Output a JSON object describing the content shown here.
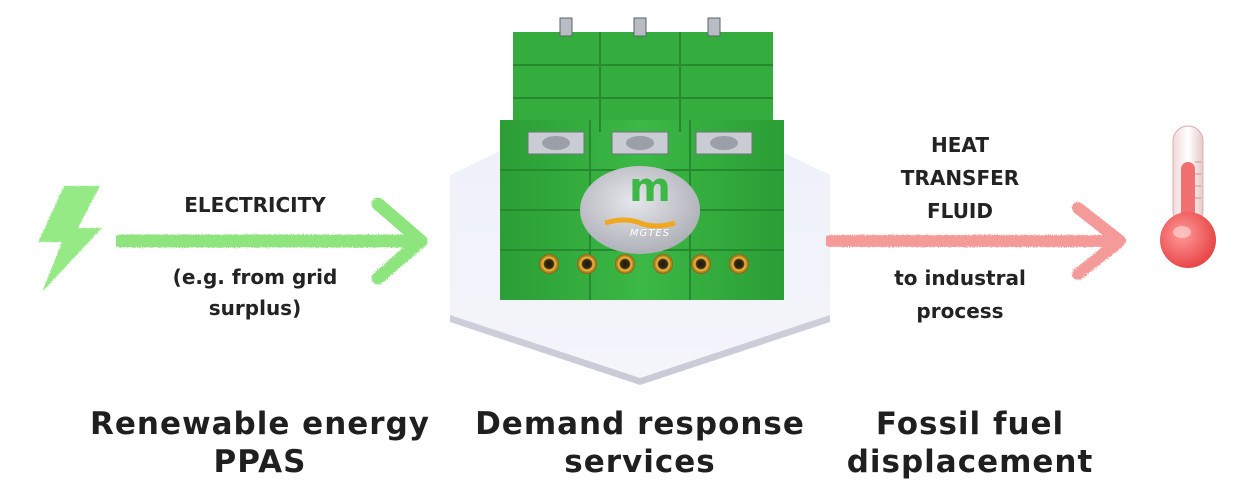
{
  "left": {
    "arrow_label": "ELECTRICITY",
    "arrow_sub_1": "(e.g. from grid",
    "arrow_sub_2": "surplus)",
    "caption_1": "Renewable energy",
    "caption_2": "PPAS",
    "icon": "lightning-bolt-icon",
    "color": "#7be067"
  },
  "center": {
    "logo_letter": "m",
    "logo_text": "MGTES",
    "caption_1": "Demand response",
    "caption_2": "services",
    "unit_color": "#2fa63a",
    "platform_color": "#eef0f8"
  },
  "right": {
    "arrow_label_1": "HEAT",
    "arrow_label_2": "TRANSFER",
    "arrow_label_3": "FLUID",
    "arrow_sub_1": "to industral",
    "arrow_sub_2": "process",
    "caption_1": "Fossil fuel",
    "caption_2": "displacement",
    "icon": "thermometer-icon",
    "color": "#f07070"
  }
}
